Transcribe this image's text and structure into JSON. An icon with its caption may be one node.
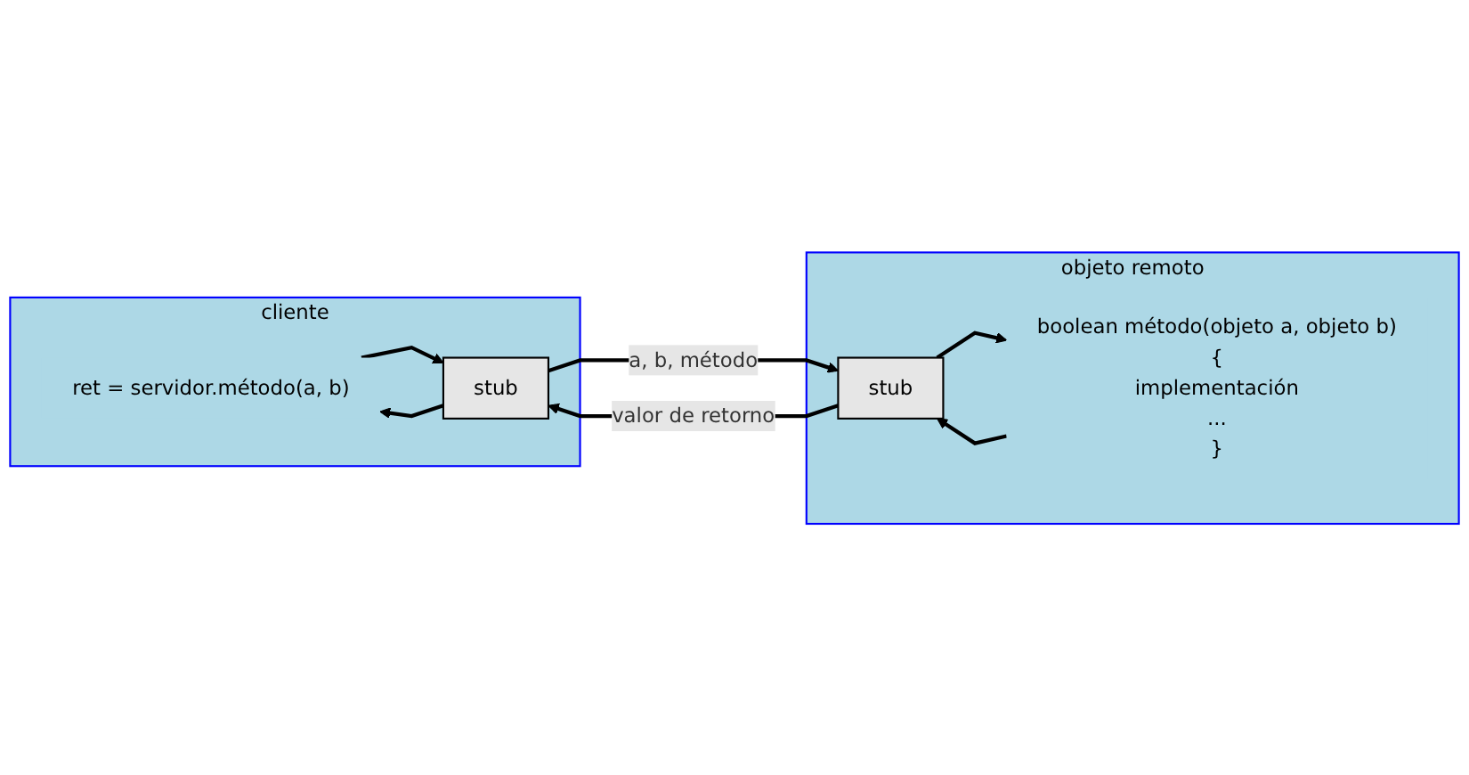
{
  "diagram": {
    "nodes": [
      {
        "text": [
          "cliente"
        ]
      },
      {
        "text": [
          "ret = servidor.método(a, b)"
        ],
        "in": 0
      },
      {
        "text": [
          "stub"
        ],
        "in": 0
      },
      {
        "text": [
          "objeto remoto"
        ]
      },
      {
        "text": [
          "boolean método(objeto a, objeto b)",
          "{",
          "implementación",
          "...",
          "}"
        ],
        "in": 3
      },
      {
        "text": [
          "stub"
        ],
        "in": 3
      }
    ],
    "edges": [
      {
        "from": 2,
        "to": 1,
        "arrow": "to"
      },
      {
        "from": 1,
        "to": 2,
        "arrow": "to"
      },
      {
        "from": 2,
        "to": 5,
        "arrow": "to",
        "label": "a, b, método"
      },
      {
        "from": 5,
        "to": 4,
        "arrow": "to"
      },
      {
        "from": 4,
        "to": 5,
        "arrow": "to"
      },
      {
        "from": 5,
        "to": 2,
        "arrow": "to",
        "label": "valor de retorno"
      }
    ]
  }
}
